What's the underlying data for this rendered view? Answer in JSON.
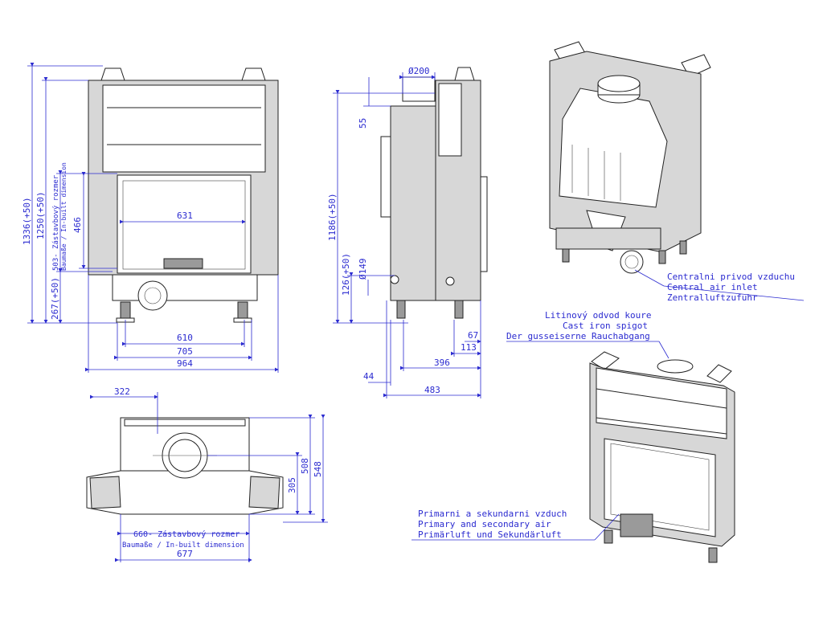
{
  "front_view": {
    "dims": {
      "h_1336": "1336(+50)",
      "h_1250": "1250(+50)",
      "h_267": "267(+50)",
      "h_503": "503- Zástavbový rozmer",
      "h_503_en": "Baumaße / In-built dimension",
      "h_466": "466",
      "w_631": "631",
      "w_610": "610",
      "w_705": "705",
      "w_964": "964"
    }
  },
  "side_view": {
    "dims": {
      "d_200": "Ø200",
      "h_55": "55",
      "h_1186": "1186(+50)",
      "h_126": "126(+50)",
      "d_149": "Ø149",
      "w_67": "67",
      "w_113": "113",
      "w_396": "396",
      "w_44": "44",
      "w_483": "483"
    }
  },
  "top_view": {
    "dims": {
      "w_322": "322",
      "h_508": "508",
      "h_548": "548",
      "h_305": "305",
      "w_660": "660- Zástavbový rozmer",
      "w_660_en": "Baumaße / In-built dimension",
      "w_677": "677"
    }
  },
  "callouts": {
    "central_air": [
      "Centralni privod vzduchu",
      "Central air inlet",
      "Zentralluftzufuhr"
    ],
    "flue_spigot": [
      "Litinový odvod koure",
      "Cast iron spigot",
      "Der gusseiserne Rauchabgang"
    ],
    "primary_secondary": [
      "Primarni a sekundarni vzduch",
      "Primary and secondary air",
      "Primärluft und Sekundärluft"
    ]
  }
}
